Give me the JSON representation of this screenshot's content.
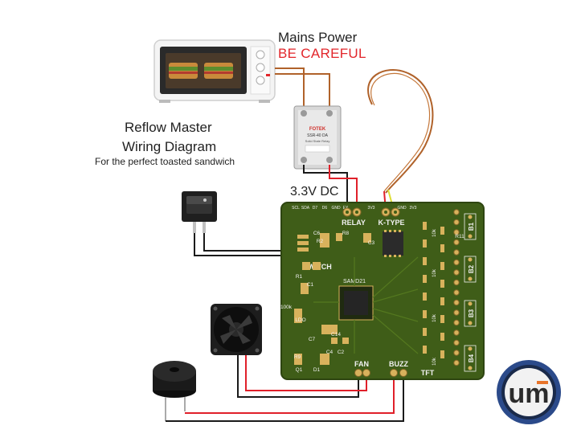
{
  "mains": {
    "title": "Mains Power",
    "warning": "BE CAREFUL"
  },
  "diagram": {
    "title_line1": "Reflow Master",
    "title_line2": "Wiring Diagram",
    "subtitle": "For the perfect toasted sandwich"
  },
  "voltage_label": "3.3V DC",
  "relay": {
    "brand": "FOTEK",
    "model": "SSR-40 DA",
    "subtitle": "Solid State Relay"
  },
  "board": {
    "header_labels": [
      "SCL",
      "SDA",
      "D7",
      "D6",
      "GND",
      "EX",
      "3V3",
      "GND",
      "3V3"
    ],
    "connector_labels": {
      "relay": "RELAY",
      "ktype": "K-TYPE",
      "switch": "SWITCH",
      "fan": "FAN",
      "buzz": "BUZZ",
      "tft": "TFT"
    },
    "button_labels": [
      "B1",
      "B2",
      "B3",
      "B4"
    ],
    "components": [
      "C6",
      "R2",
      "R8",
      "C3",
      "R11",
      "R1",
      "SAMD21",
      "C1",
      "C2",
      "C14",
      "C4",
      "C7",
      "LDO",
      "100k",
      "10k",
      "R9",
      "Q1",
      "D1"
    ],
    "component_refs": [
      "C6",
      "R2",
      "R8",
      "C3",
      "R11",
      "R1",
      "C1",
      "C14",
      "C4",
      "C2",
      "C7",
      "LDO",
      "100k",
      "R9",
      "Q1",
      "D1"
    ],
    "chip_label": "SAMD21",
    "resistor_value": "10k"
  },
  "colors": {
    "pcb": "#3f5d18",
    "pcb_dark": "#2e4511",
    "pad": "#d8b25c",
    "silk": "#f2f2f2",
    "warning": "#e2262b",
    "wire_red": "#e0202a",
    "wire_black": "#1a1a1a",
    "wire_copper": "#b0622a",
    "logo_ring": "#2b4a8a",
    "logo_accent": "#e8742a"
  },
  "logo": {
    "text": "um"
  }
}
